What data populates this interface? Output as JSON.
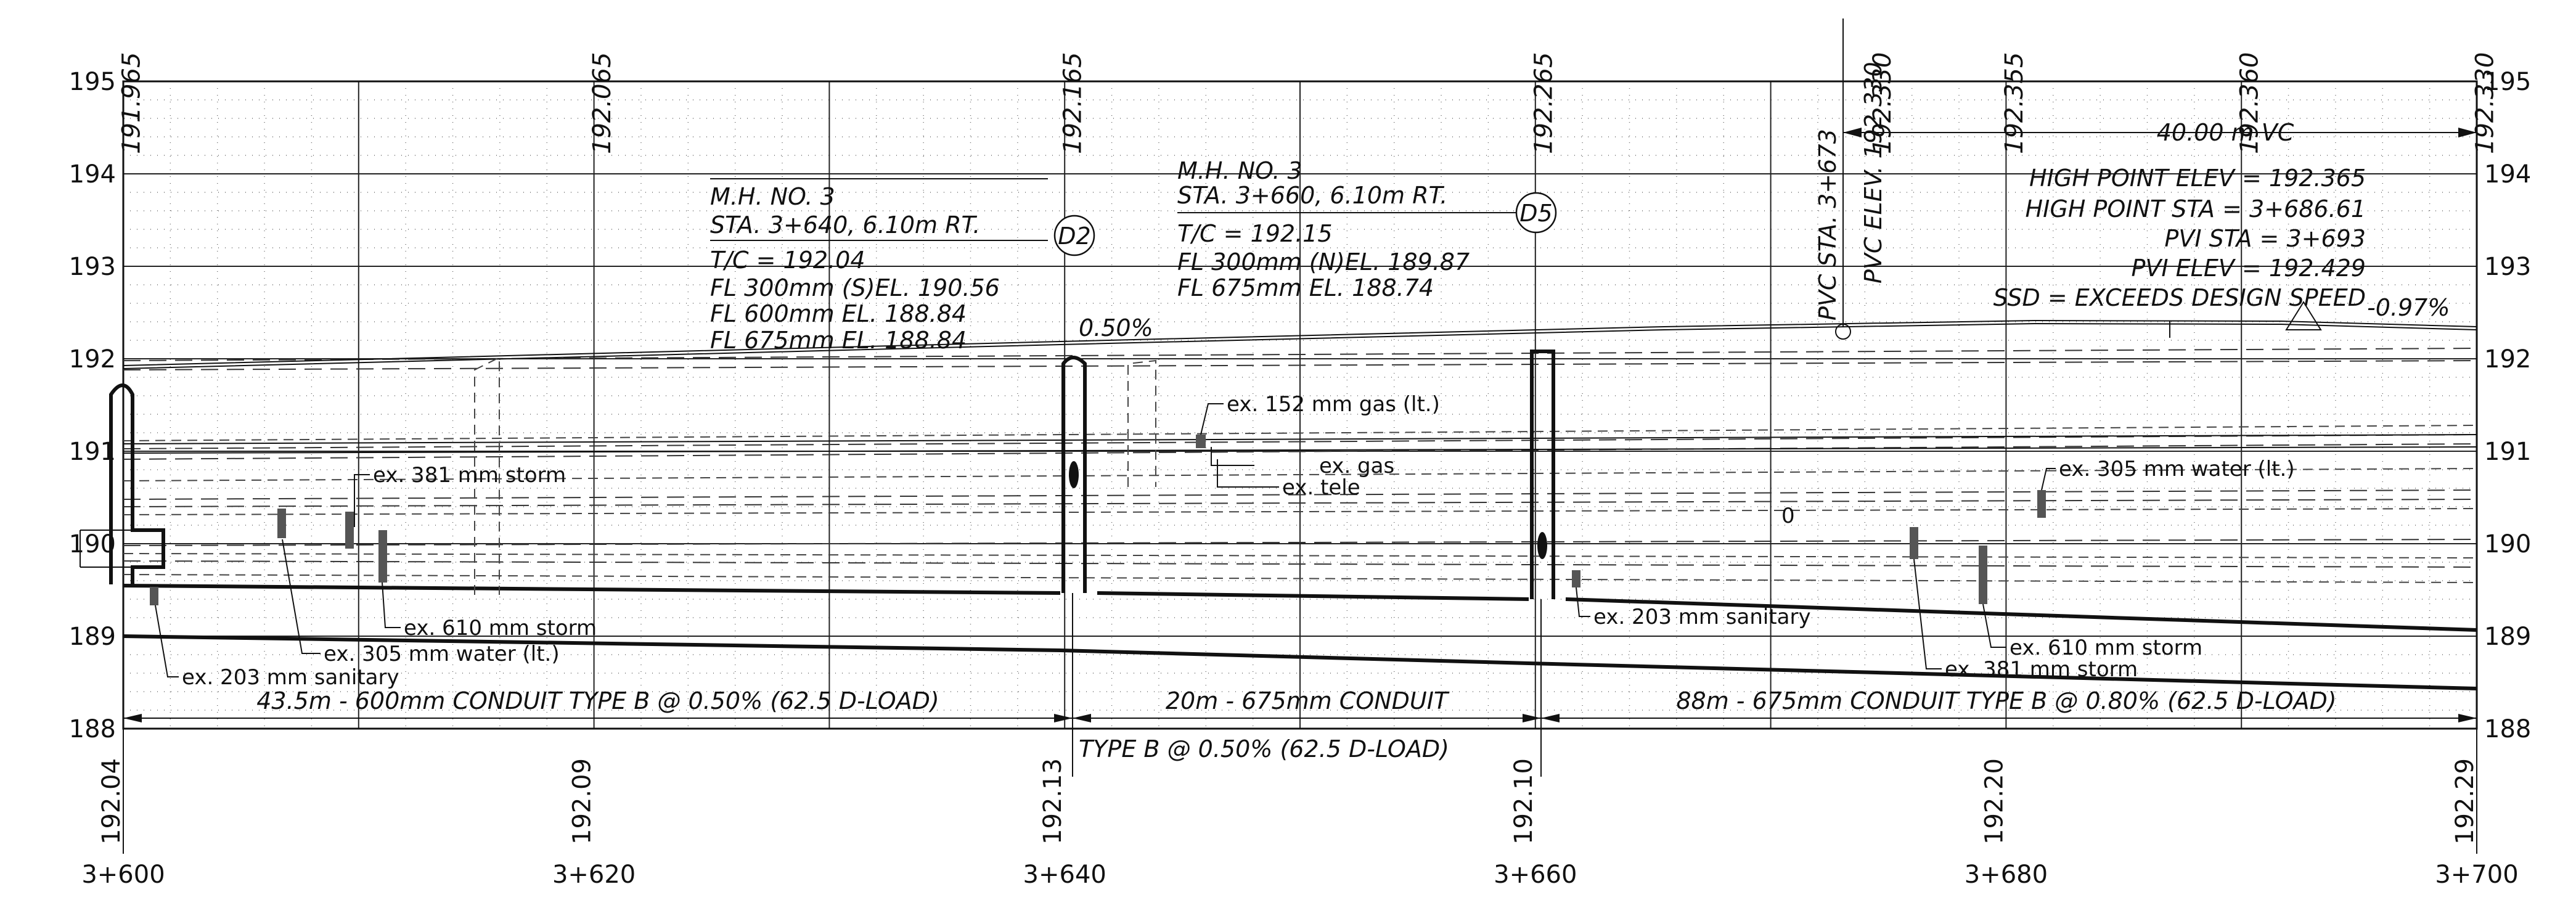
{
  "elevation_axis": {
    "labels": [
      "195",
      "194",
      "193",
      "192",
      "191",
      "190",
      "189",
      "188"
    ],
    "values": [
      195,
      194,
      193,
      192,
      191,
      190,
      189,
      188
    ]
  },
  "station_axis": {
    "labels": [
      "3+600",
      "3+620",
      "3+640",
      "3+660",
      "3+680",
      "3+700"
    ],
    "values": [
      3600,
      3620,
      3640,
      3660,
      3680,
      3700
    ]
  },
  "top_elevations": [
    {
      "text": "191.965",
      "station": 3600.8
    },
    {
      "text": "192.065",
      "station": 3620.8
    },
    {
      "text": "192.165",
      "station": 3640.8
    },
    {
      "text": "192.265",
      "station": 3660.8
    },
    {
      "text": "192.330",
      "station": 3675.2
    },
    {
      "text": "192.355",
      "station": 3680.8
    },
    {
      "text": "192.360",
      "station": 3690.8
    },
    {
      "text": "192.330",
      "station": 3700.8
    }
  ],
  "bottom_elevations": [
    {
      "text": "192.04",
      "station": 3600
    },
    {
      "text": "192.09",
      "station": 3620
    },
    {
      "text": "192.13",
      "station": 3640
    },
    {
      "text": "192.10",
      "station": 3660
    },
    {
      "text": "192.20",
      "station": 3680
    },
    {
      "text": "192.29",
      "station": 3700
    }
  ],
  "pvc": {
    "sta_label": "PVC STA. 3+673",
    "elev_label": "PVC ELEV. 192.330",
    "vc_label": "40.00 m VC"
  },
  "vertical_curve_notes": [
    "HIGH POINT ELEV = 192.365",
    "HIGH POINT STA = 3+686.61",
    "PVI STA = 3+693",
    "PVI ELEV = 192.429",
    "SSD = EXCEEDS DESIGN SPEED"
  ],
  "grade_labels": {
    "left": "0.50%",
    "right": "-0.97%"
  },
  "manhole_1": {
    "lines": [
      "M.H. NO. 3",
      "STA. 3+640, 6.10m RT.",
      "T/C = 192.04",
      "FL 300mm (S)EL. 190.56",
      "FL 600mm EL. 188.84",
      "FL 675mm EL. 188.84"
    ],
    "tag": "D2"
  },
  "manhole_2": {
    "lines": [
      "M.H. NO. 3",
      "STA. 3+660, 6.10m RT.",
      "T/C = 192.15",
      "FL 300mm (N)EL. 189.87",
      "FL 675mm EL. 188.74"
    ],
    "tag": "D5"
  },
  "utility_labels": [
    "ex. 381 mm storm",
    "ex. 305 mm water (lt.)",
    "ex. 610 mm storm",
    "ex. 203 mm sanitary",
    "ex. 152 mm gas (lt.)",
    "ex. gas",
    "ex. tele",
    "ex. 305 mm water (lt.)",
    "ex. 203 mm sanitary",
    "ex. 610 mm storm",
    "ex. 381 mm storm"
  ],
  "conduit_labels": [
    "43.5m - 600mm CONDUIT TYPE B @ 0.50% (62.5 D-LOAD)",
    "20m - 675mm CONDUIT",
    "TYPE B @ 0.50% (62.5 D-LOAD)",
    "88m - 675mm CONDUIT TYPE B @ 0.80% (62.5 D-LOAD)"
  ],
  "small_mark": "0"
}
